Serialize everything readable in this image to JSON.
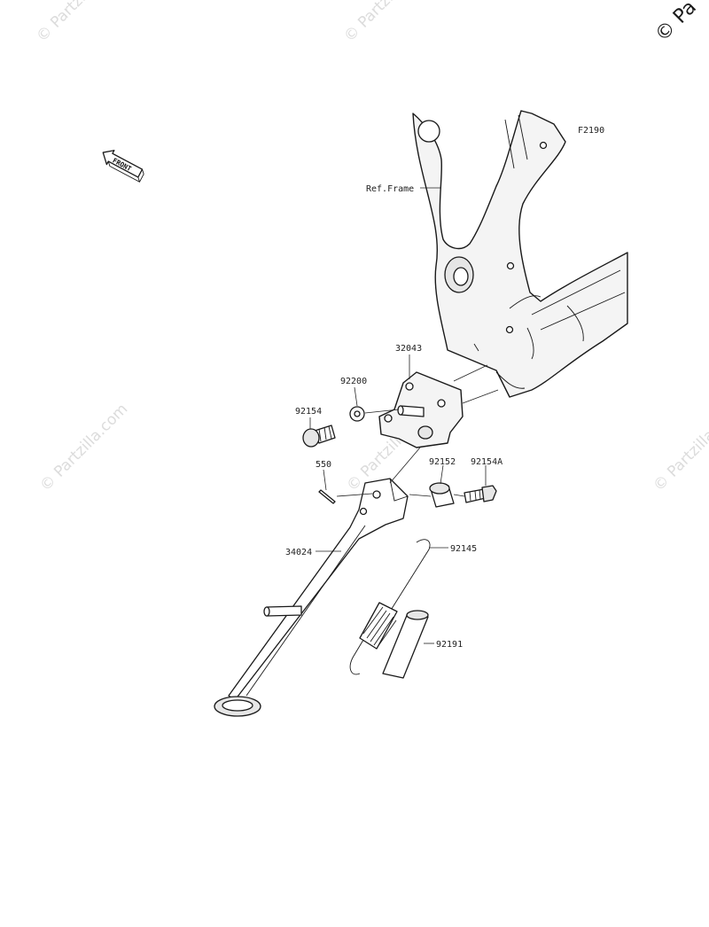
{
  "diagram": {
    "code": "F2190",
    "ref_label": "Ref.Frame",
    "front_label": "FRONT",
    "parts": [
      {
        "id": "32043"
      },
      {
        "id": "92200"
      },
      {
        "id": "92154"
      },
      {
        "id": "550"
      },
      {
        "id": "92152"
      },
      {
        "id": "92154A"
      },
      {
        "id": "34024"
      },
      {
        "id": "92145"
      },
      {
        "id": "92191"
      }
    ]
  },
  "watermarks": {
    "text": "© Partzilla.com",
    "corner": "© Pa"
  }
}
